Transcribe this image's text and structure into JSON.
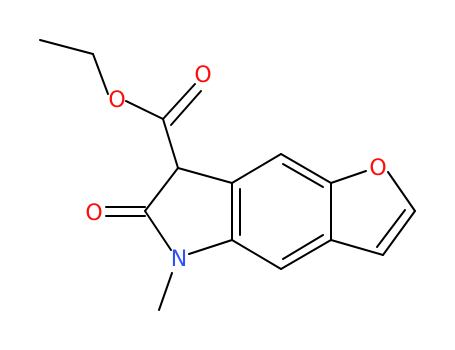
{
  "molecule": {
    "atoms": {
      "ester_o_single": {
        "symbol": "O",
        "color": "#ff0d0d"
      },
      "ester_o_double": {
        "symbol": "O",
        "color": "#ff0d0d"
      },
      "lactam_o": {
        "symbol": "O",
        "color": "#ff0d0d"
      },
      "furan_o": {
        "symbol": "O",
        "color": "#ff0d0d"
      },
      "lactam_n": {
        "symbol": "N",
        "color": "#3050f8"
      }
    },
    "colors": {
      "bond": "#000000",
      "oxygen": "#ff0d0d",
      "nitrogen": "#3050f8",
      "background": "#ffffff"
    }
  }
}
